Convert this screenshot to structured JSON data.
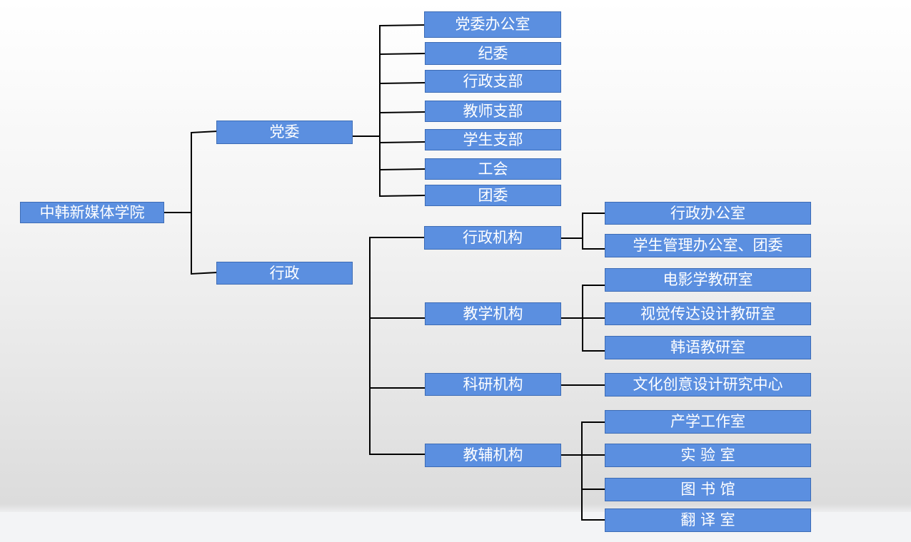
{
  "root": "中韩新媒体学院",
  "branches": {
    "party_committee": "党委",
    "administration": "行政"
  },
  "party_units": [
    "党委办公室",
    "纪委",
    "行政支部",
    "教师支部",
    "学生支部",
    "工会",
    "团委"
  ],
  "admin_groups": {
    "admin_org": {
      "label": "行政机构",
      "children": [
        "行政办公室",
        "学生管理办公室、团委"
      ]
    },
    "teaching_org": {
      "label": "教学机构",
      "children": [
        "电影学教研室",
        "视觉传达设计教研室",
        "韩语教研室"
      ]
    },
    "research_org": {
      "label": "科研机构",
      "children": [
        "文化创意设计研究中心"
      ]
    },
    "support_org": {
      "label": "教辅机构",
      "children": [
        "产学工作室",
        "实 验 室",
        "图 书 馆",
        "翻 译 室"
      ]
    }
  }
}
